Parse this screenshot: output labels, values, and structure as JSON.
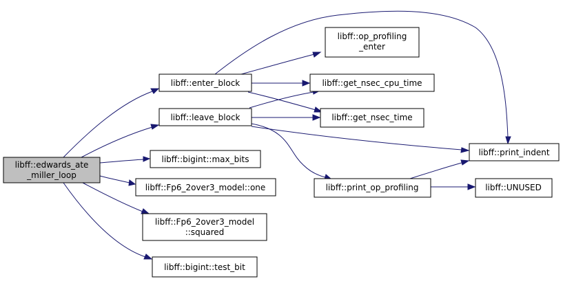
{
  "graph": {
    "edge_color": "#191970",
    "root_fill": "#bfbfbf",
    "nodes": {
      "root": [
        "libff::edwards_ate",
        "_miller_loop"
      ],
      "enter_block": [
        "libff::enter_block"
      ],
      "leave_block": [
        "libff::leave_block"
      ],
      "max_bits": [
        "libff::bigint::max_bits"
      ],
      "one": [
        "libff::Fp6_2over3_model::one"
      ],
      "squared": [
        "libff::Fp6_2over3_model",
        "::squared"
      ],
      "test_bit": [
        "libff::bigint::test_bit"
      ],
      "op_profiling_enter": [
        "libff::op_profiling",
        "_enter"
      ],
      "get_nsec_cpu_time": [
        "libff::get_nsec_cpu_time"
      ],
      "get_nsec_time": [
        "libff::get_nsec_time"
      ],
      "print_indent": [
        "libff::print_indent"
      ],
      "print_op_profiling": [
        "libff::print_op_profiling"
      ],
      "unused": [
        "libff::UNUSED"
      ]
    }
  }
}
